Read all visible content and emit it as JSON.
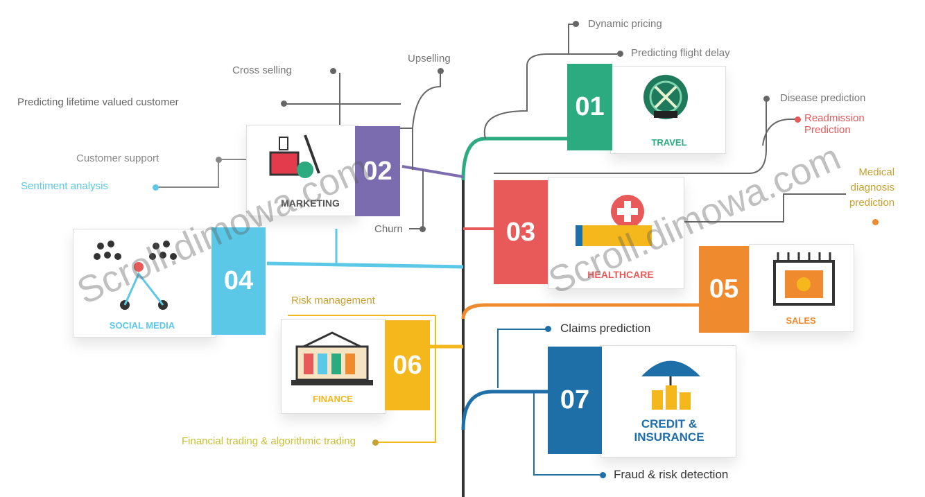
{
  "colors": {
    "travel": "#2bab7f",
    "marketing": "#7b6cb0",
    "healthcare": "#e85a5a",
    "social": "#5bc8e8",
    "sales": "#f08a2e",
    "finance": "#f5b81c",
    "insurance": "#1e6ea8",
    "spine": "#333333"
  },
  "labels": {
    "dynamic_pricing": "Dynamic pricing",
    "predicting_flight_delay": "Predicting flight delay",
    "cross_selling": "Cross selling",
    "upselling": "Upselling",
    "predicting_lifetime": "Predicting lifetime valued customer",
    "customer_support": "Customer support",
    "sentiment_analysis": "Sentiment analysis",
    "churn": "Churn",
    "disease_prediction": "Disease prediction",
    "readmission": "Readmission",
    "readmission_2": "Prediction",
    "medical_1": "Medical",
    "medical_2": "diagnosis",
    "medical_3": "prediction",
    "claims_prediction": "Claims prediction",
    "fraud_detection": "Fraud & risk detection",
    "risk_management": "Risk management",
    "financial_trading": "Financial trading & algorithmic trading"
  },
  "cards": {
    "c01": {
      "num": "01",
      "title": "TRAVEL",
      "icon": "compass-icon"
    },
    "c02": {
      "num": "02",
      "title": "MARKETING",
      "icon": "marketing-icon"
    },
    "c03": {
      "num": "03",
      "title": "HEALTHCARE",
      "icon": "medical-cross-icon"
    },
    "c04": {
      "num": "04",
      "title": "SOCIAL MEDIA",
      "icon": "people-network-icon"
    },
    "c05": {
      "num": "05",
      "title": "SALES",
      "icon": "storefront-icon"
    },
    "c06": {
      "num": "06",
      "title": "FINANCE",
      "icon": "bank-icon"
    },
    "c07": {
      "num": "07",
      "title_1": "CREDIT &",
      "title_2": "INSURANCE",
      "icon": "umbrella-coins-icon"
    }
  },
  "watermark": {
    "text_1": "Scroll.dimowa.com",
    "text_2": "Scroll.dimowa.com"
  }
}
